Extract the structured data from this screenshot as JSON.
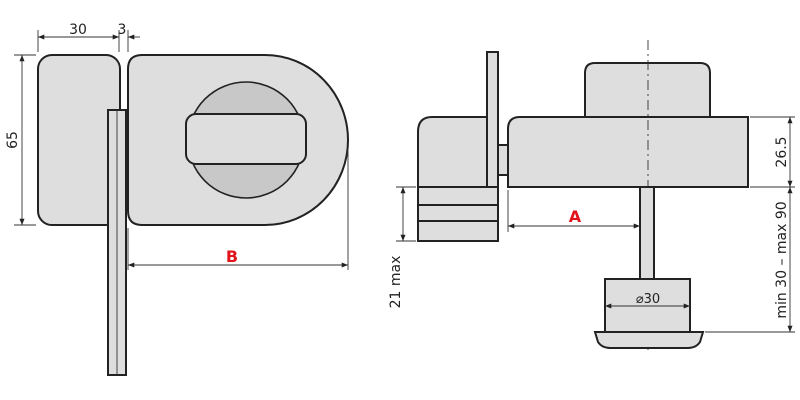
{
  "drawing": {
    "dimensions": {
      "width_body": "30",
      "gap": "3",
      "height_body": "65",
      "B": "B",
      "A": "A",
      "plate_thickness_max": "21 max",
      "body_depth": "26.5",
      "cylinder_length": "min 30 – max 90",
      "cylinder_diameter": "⌀30"
    },
    "colors": {
      "outline": "#222222",
      "part_fill": "#dedede",
      "highlight_label": "#e1141c"
    }
  }
}
